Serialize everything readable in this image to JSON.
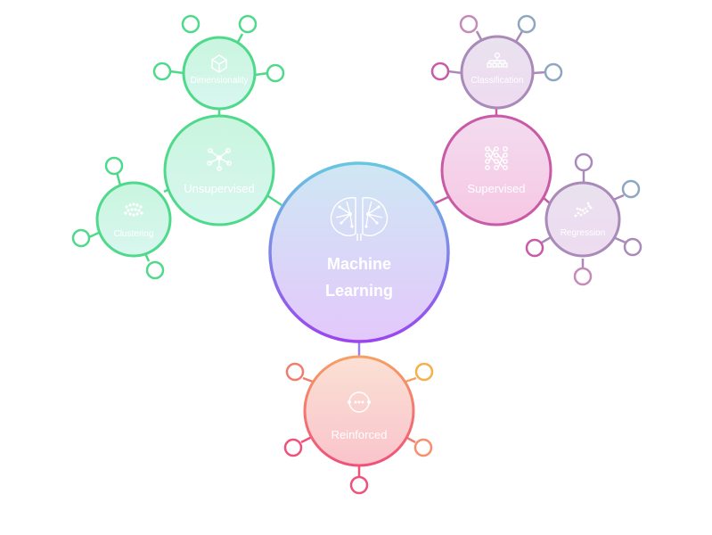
{
  "center": {
    "line1": "Machine",
    "line2": "Learning",
    "icon": "brain-icon"
  },
  "branches": {
    "unsupervised": {
      "label": "Unsupervised",
      "icon": "network-icon",
      "color": "#4fd98a"
    },
    "dimensionality": {
      "label": "Dimensionality",
      "icon": "cube-icon",
      "color": "#4fd98a"
    },
    "clustering": {
      "label": "Clustering",
      "icon": "cluster-icon",
      "color": "#4fd98a"
    },
    "supervised": {
      "label": "Supervised",
      "icon": "neural-net-icon",
      "color": "#c95aa6"
    },
    "classification": {
      "label": "Classification",
      "icon": "tree-icon",
      "color": "#a98ab8"
    },
    "regression": {
      "label": "Regression",
      "icon": "scatter-icon",
      "color": "#a98ab8"
    },
    "reinforced": {
      "label": "Reinforced",
      "icon": "loop-icon",
      "color": "#f0707a"
    }
  }
}
